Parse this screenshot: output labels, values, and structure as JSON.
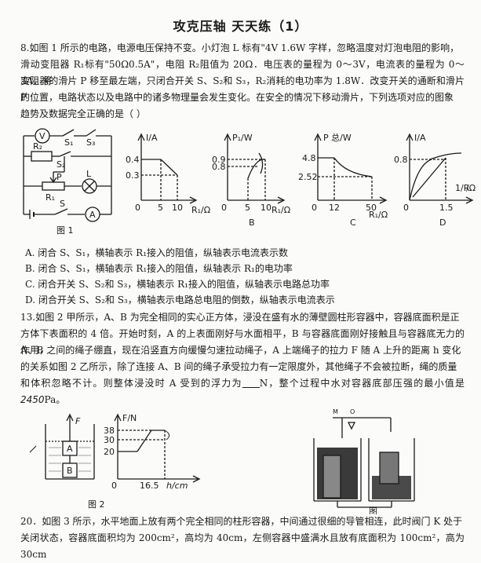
{
  "title": "攻克压轴  天天练（1）",
  "q8": {
    "line1": "8.如图 1 所示的电路，电源电压保持不变。小灯泡 L 标有\"4V  1.6W 字样，忽略温度对灯泡电阻的影响，",
    "line2": "滑动变阻器 R₁标有\"50Ω0.5A\"，电阻 R₂阻值为 20Ω．电压表的量程为 0～3V，电流表的量程为 0～3A．将",
    "line3": "变阻器的滑片 P 移至最左端，只闭合开关 S、S₂和 S₃，R₂消耗的电功率为 1.8W．改变开关的通断和滑片 P",
    "line4": "的位置，电路状态以及电路中的诸多物理量会发生变化。在安全的情况下移动滑片，下列选项对应的图象",
    "line5": "趋势及数据完全正确的是（      ）",
    "fig1_caption": "图 1",
    "circuit": {
      "V": "V",
      "S1": "S₁",
      "S3": "S₃",
      "R2": "R₂",
      "S2": "S₂",
      "P": "P",
      "L": "L",
      "R1": "R₁",
      "A": "A",
      "S": "S"
    },
    "graphA": {
      "ylabel": "I/A",
      "xlabel": "R₁/Ω",
      "y1": "0.4",
      "y2": "0.3",
      "o": "0",
      "x1": "5",
      "x2": "10"
    },
    "graphB": {
      "ylabel": "P₁/W",
      "xlabel": "R₁/Ω",
      "y1": "0.9",
      "y2": "0.8",
      "o": "0",
      "x1": "5",
      "x2": "10",
      "letter": "B"
    },
    "graphC": {
      "ylabel": "P 总/W",
      "xlabel": "R₁/Ω",
      "y1": "4.8",
      "y2": "2.52",
      "o": "0",
      "x1": "12",
      "x2": "50",
      "letter": "C"
    },
    "graphD": {
      "ylabel": "I/A",
      "xlabel": "1/R",
      "xunit": "/Ω",
      "y1": "0.8",
      "o": "0",
      "x1": "1.5",
      "letter": "D"
    },
    "options": [
      "A. 闭合 S、S₁，横轴表示 R₁接入的阻值，纵轴表示电流表示数",
      "B. 闭合 S、S₁，横轴表示 R₁接入的阻值，纵轴表示 R₁的电功率",
      "C. 闭合开关 S、S₂和 S₃，横轴表示 R₁接入的阻值，纵轴表示电路总功率",
      "D. 闭合开关 S、S₂和 S₃，横轴表示电路总电阻的倒数，纵轴表示电流表示"
    ]
  },
  "q13": {
    "line1": "13.如图 2 甲所示，A、B 为完全相同的实心正方体，浸没在盛有水的薄壁圆柱形容器中，容器底面积是正",
    "line2": "方体下表面积的 4 倍。开始时刻，A 的上表面刚好与水面相平，B 与容器底面刚好接触且与容器底无力的作用，",
    "line3": "A、B 之间的绳子绷直，现在沿竖直方向缓慢匀速拉动绳子，A 上端绳子的拉力 F 随 A 上升的距离 h 变化",
    "line4": "的关系如图 2 乙所示，除了连接 A、B 间的绳子承受拉力有一定限度外，其他绳子不会被拉断，绳的质量",
    "line5a": "和体积忽略不计。则整体浸没时 A 受到的浮力为",
    "line5b": "N，整个过程中水对容器底部压强的最小值是",
    "handwritten": "2450",
    "line5c": "Pa。",
    "fig2_caption": "图 2",
    "graph": {
      "F": "F",
      "A": "A",
      "B": "B",
      "ylabel": "F/N",
      "y1": "38",
      "y2": "30",
      "y3": "20",
      "o": "0",
      "x1": "16.5",
      "xlabel": "h/cm"
    },
    "fig3": {
      "M": "M",
      "O": "O",
      "label": "图"
    }
  },
  "q20": {
    "line1": "20．如图 3 所示，水平地面上放有两个完全相同的柱形容器，中间通过很细的导管相连，此时阀门 K 处于",
    "line2": "关闭状态，容器底面积均为 200cm²，高均为 40cm，左侧容器中盛满水且放有底面积为 100cm²，高为 30cm"
  }
}
